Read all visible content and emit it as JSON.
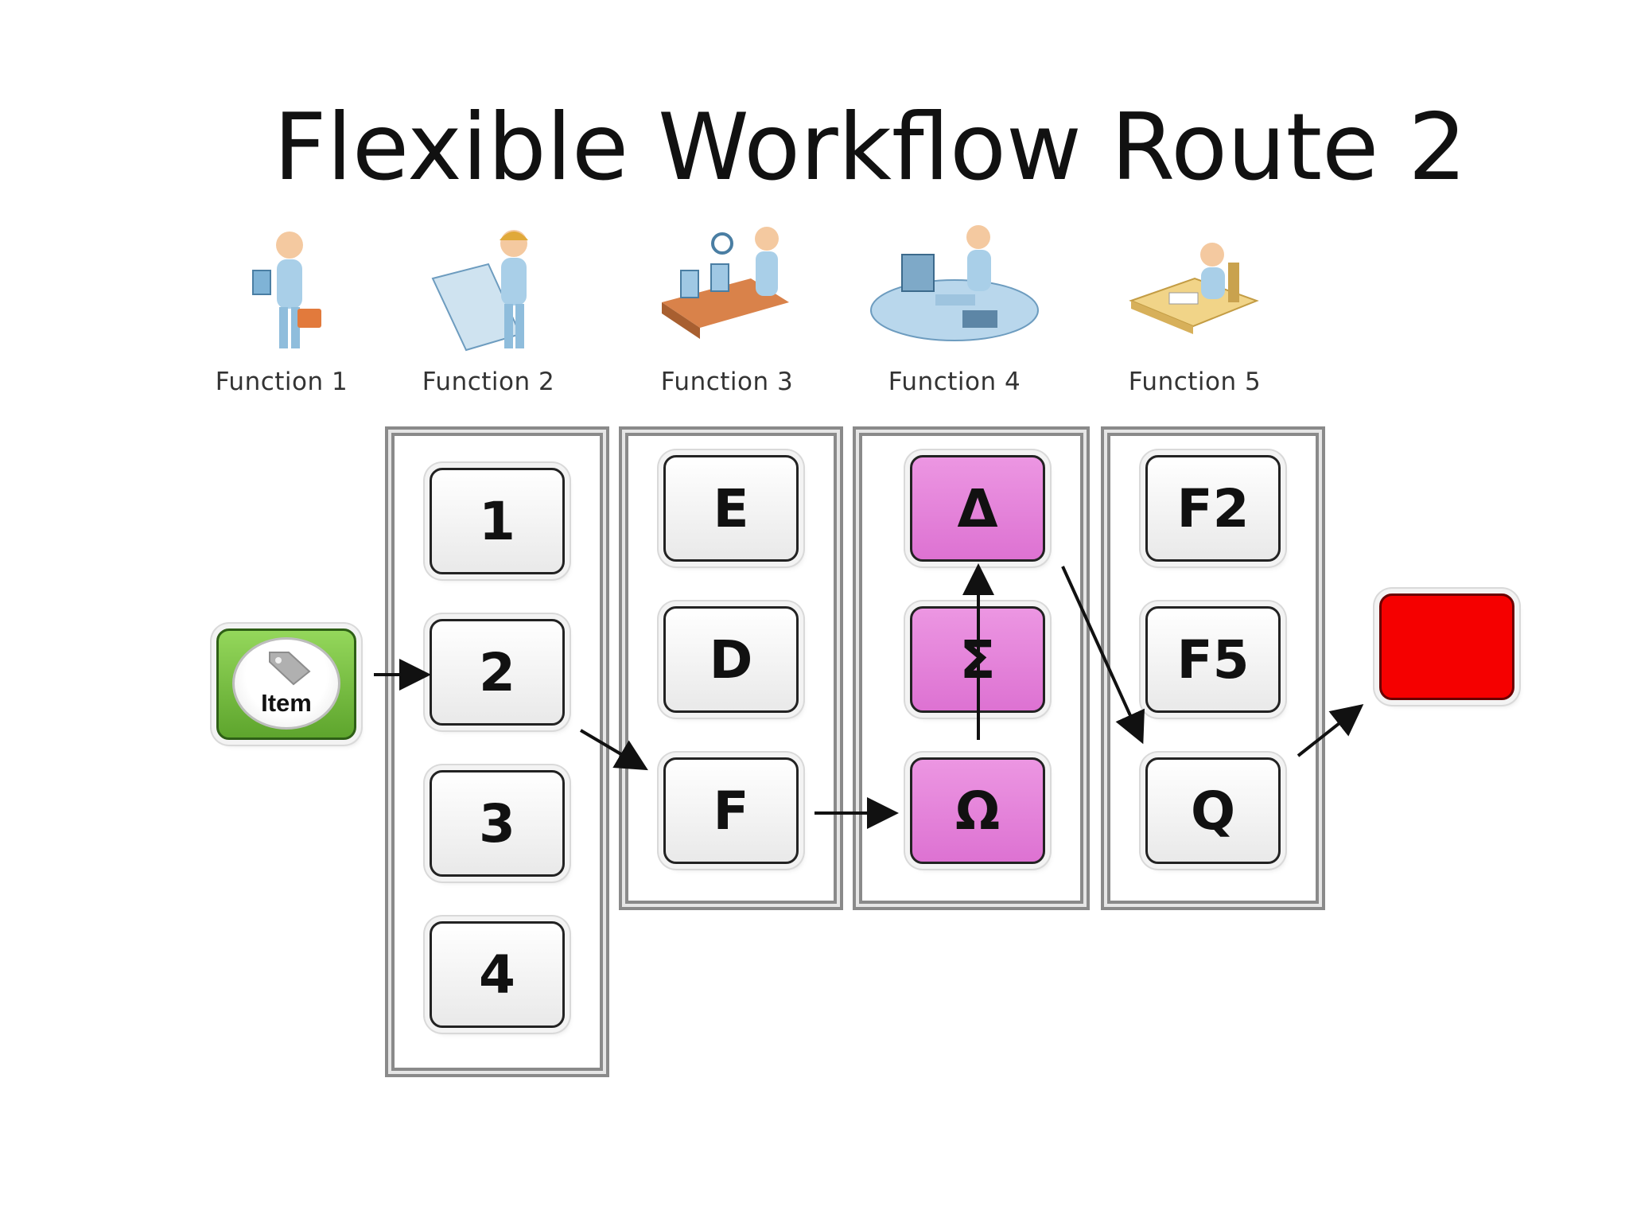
{
  "title": "Flexible Workflow Route 2",
  "functions": [
    {
      "label": "Function 1",
      "icon": "person-with-tablet-briefcase-icon"
    },
    {
      "label": "Function 2",
      "icon": "engineer-with-blueprint-icon"
    },
    {
      "label": "Function 3",
      "icon": "inspector-conveyor-icon"
    },
    {
      "label": "Function 4",
      "icon": "operator-at-desk-computer-icon"
    },
    {
      "label": "Function 5",
      "icon": "clerk-at-desk-icon"
    }
  ],
  "item": {
    "label": "Item",
    "icon": "tag-icon"
  },
  "columns": [
    {
      "tasks": [
        "1",
        "2",
        "3",
        "4"
      ]
    },
    {
      "tasks": [
        "E",
        "D",
        "F"
      ]
    },
    {
      "tasks": [
        "Δ",
        "Σ",
        "Ω"
      ],
      "highlighted": true
    },
    {
      "tasks": [
        "F2",
        "F5",
        "Q"
      ]
    }
  ],
  "route": [
    "Item",
    "2",
    "F",
    "Ω",
    "Δ",
    "Q",
    "end"
  ],
  "colors": {
    "start": "#5ea52d",
    "highlight": "#e080d6",
    "end": "#f50000",
    "border": "#8a8a8a"
  }
}
